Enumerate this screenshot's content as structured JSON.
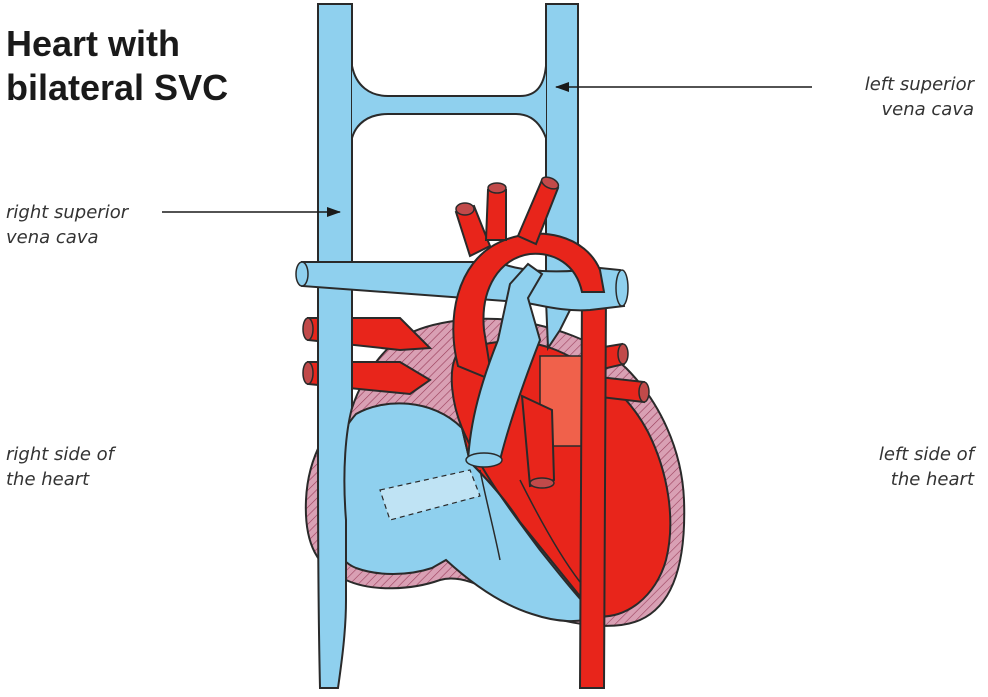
{
  "title": {
    "line1": "Heart with",
    "line2": "bilateral SVC"
  },
  "labels": {
    "left_svc": {
      "line1": "left superior",
      "line2": "vena cava"
    },
    "right_svc": {
      "line1": "right superior",
      "line2": "vena cava"
    },
    "right_side": {
      "line1": "right side of",
      "line2": "the heart"
    },
    "left_side": {
      "line1": "left side of",
      "line2": "the heart"
    }
  },
  "colors": {
    "vein_blue": "#8fd0ee",
    "artery_red": "#e8251b",
    "heart_wall": "#d9a0b4",
    "outline": "#2a2a2a"
  }
}
